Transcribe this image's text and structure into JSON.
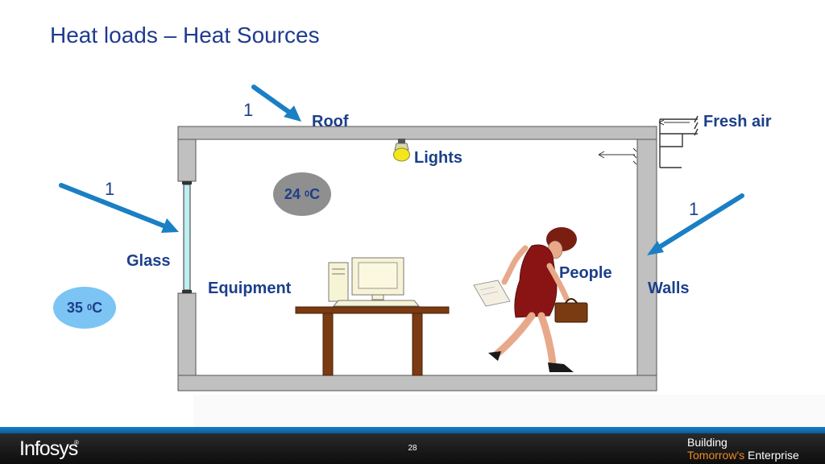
{
  "slide": {
    "title": "Heat loads – Heat Sources",
    "page_number": "28"
  },
  "labels": {
    "roof": "Roof",
    "lights": "Lights",
    "fresh_air": "Fresh air",
    "glass": "Glass",
    "equipment": "Equipment",
    "people": "People",
    "walls": "Walls"
  },
  "arrow_numbers": {
    "roof": "1",
    "glass": "1",
    "walls": "1"
  },
  "temperatures": {
    "inside_value": "24",
    "inside_sup": "0",
    "inside_unit": "C",
    "outside_value": "35",
    "outside_sup": "0",
    "outside_unit": "C"
  },
  "footer": {
    "logo": "Infosys",
    "logo_mark": "®",
    "tagline_line1": "Building",
    "tagline_line2_a": "Tomorrow's",
    "tagline_line2_b": " Enterprise"
  },
  "colors": {
    "title": "#1f3b8f",
    "label": "#1c3f8a",
    "arrow": "#1a7fc4",
    "wall": "#c0c0c0",
    "inside_temp_bg": "#8f8f8f",
    "outside_temp_bg": "#7cc4f4",
    "footer_accent": "#f08a24"
  }
}
